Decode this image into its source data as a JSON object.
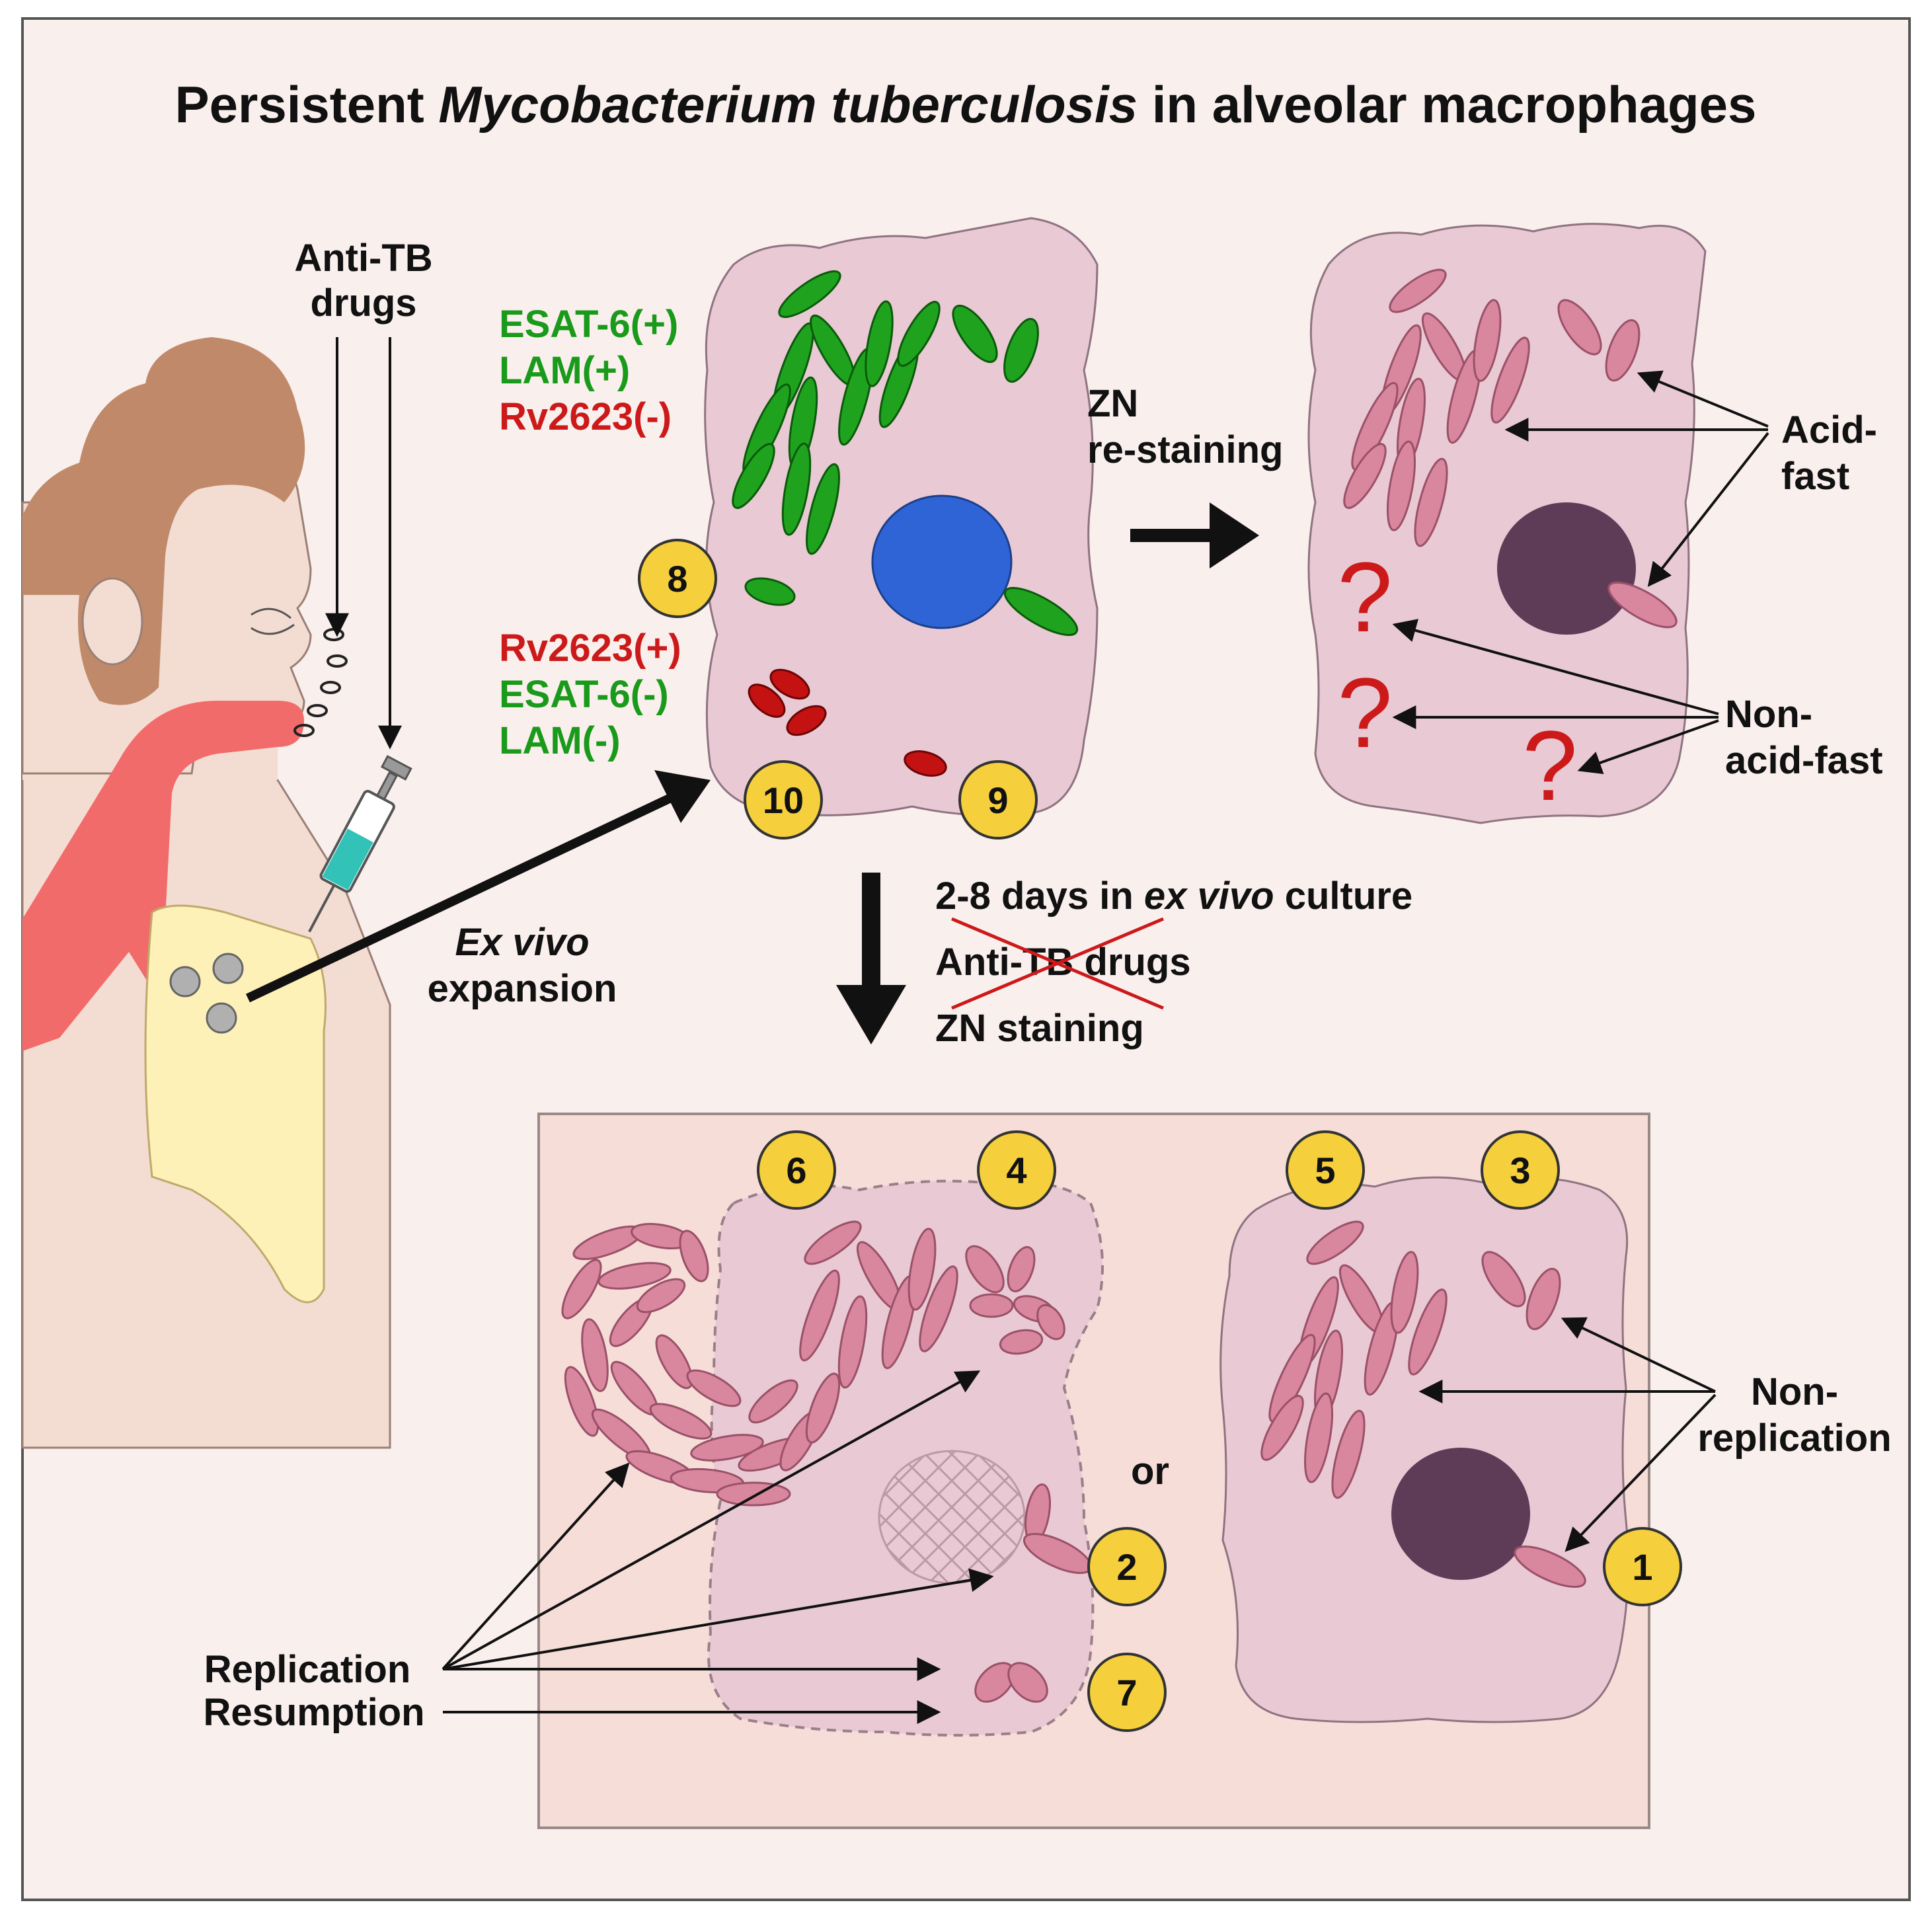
{
  "title": {
    "before": "Persistent ",
    "italic": "Mycobacterium tuberculosis",
    "after": " in alveolar macrophages"
  },
  "drugs_label": {
    "line1": "Anti-TB",
    "line2": "drugs"
  },
  "expansion_label": {
    "line1": "Ex vivo",
    "line2": "expansion"
  },
  "marker_positive": {
    "esat6": "ESAT-6(+)",
    "lam": "LAM(+)",
    "rv2623": "Rv2623(-)"
  },
  "marker_negative": {
    "rv2623": "Rv2623(+)",
    "esat6": "ESAT-6(-)",
    "lam": "LAM(-)"
  },
  "zn_label": {
    "line1": "ZN",
    "line2": "re-staining"
  },
  "acid_fast": {
    "line1": "Acid-",
    "line2": "fast"
  },
  "non_acid_fast": {
    "line1": "Non-",
    "line2": "acid-fast"
  },
  "culture": {
    "line1_a": "2-8 days in ",
    "line1_italic": "ex vivo",
    "line1_b": " culture",
    "line2": "Anti-TB drugs",
    "line3": "ZN staining"
  },
  "or_label": "or",
  "replication": {
    "line1": "Replication",
    "line2": "Resumption"
  },
  "non_replication": {
    "line1": "Non-",
    "line2": "replication"
  },
  "badges": {
    "b1": "1",
    "b2": "2",
    "b3": "3",
    "b4": "4",
    "b5": "5",
    "b6": "6",
    "b7": "7",
    "b8": "8",
    "b9": "9",
    "b10": "10"
  },
  "colors": {
    "background": "#f9efed",
    "cell": "#e8c9d4",
    "bacteria_pink": "#d9869f",
    "bacteria_green": "#1fa31f",
    "bacteria_red": "#c41111",
    "nucleus_blue": "#2f64d6",
    "nucleus_dark": "#5e3c58",
    "badge": "#f5cf3c",
    "lung": "#fdf1b8",
    "airway": "#f26b6b",
    "hair": "#c08a6a",
    "skin": "#f3dcd2",
    "panel": "#f6ddd8"
  },
  "icons": [
    "syringe-icon",
    "person-icon",
    "lung-icon",
    "arrow-icon"
  ]
}
